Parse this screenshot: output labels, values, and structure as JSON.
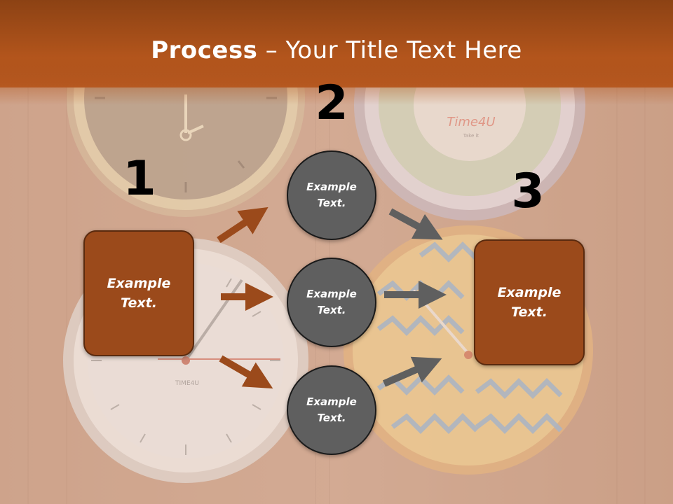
{
  "title": {
    "bold": "Process",
    "rest": " – Your Title Text Here"
  },
  "steps": [
    {
      "number": "1",
      "text_line1": "Example",
      "text_line2": "Text."
    },
    {
      "number": "2"
    },
    {
      "number": "3",
      "text_line1": "Example",
      "text_line2": "Text."
    }
  ],
  "circles": [
    {
      "text_line1": "Example",
      "text_line2": "Text."
    },
    {
      "text_line1": "Example",
      "text_line2": "Text."
    },
    {
      "text_line1": "Example",
      "text_line2": "Text."
    }
  ],
  "background": {
    "clock_brand_1": "TIME4U",
    "clock_brand_2": "Time4U",
    "clock_tagline": "Take it"
  },
  "colors": {
    "header": "#b3551c",
    "box_fill": "#9b4a1b",
    "circle_fill": "#5f5f5f",
    "arrow_left": "#9b4a1b",
    "arrow_right": "#5f5f5f"
  }
}
